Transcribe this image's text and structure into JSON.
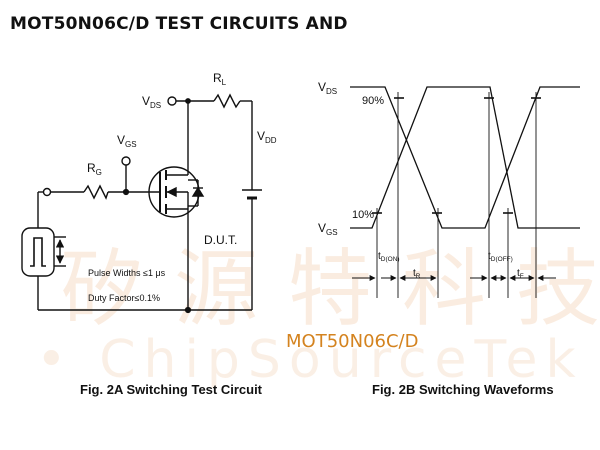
{
  "title": "MOT50N06C/D TEST CIRCUITS AND",
  "watermark": {
    "cn": "矽源特科技",
    "en": "• ChipSourceTek •"
  },
  "circuit": {
    "vds": "V",
    "vds_sub": "DS",
    "rl": "R",
    "rl_sub": "L",
    "vdd": "V",
    "vdd_sub": "DD",
    "vgs": "V",
    "vgs_sub": "GS",
    "rg": "R",
    "rg_sub": "G",
    "dut": "D.U.T.",
    "pulse_width": "Pulse Widths ≤1 μs",
    "duty_factor": "Duty Factor≤0.1%"
  },
  "waveform": {
    "vds": "V",
    "vds_sub": "DS",
    "vgs": "V",
    "vgs_sub": "GS",
    "pct90": "90%",
    "pct10": "10%",
    "td_on": "t",
    "td_on_sub": "D(ON)",
    "tr": "t",
    "tr_sub": "R",
    "td_off": "t",
    "td_off_sub": "D(OFF)",
    "tf": "t",
    "tf_sub": "F"
  },
  "captions": {
    "fig2a": "Fig. 2A Switching Test Circuit",
    "fig2b": "Fig. 2B Switching Waveforms"
  },
  "part_label": "MOT50N06C/D"
}
